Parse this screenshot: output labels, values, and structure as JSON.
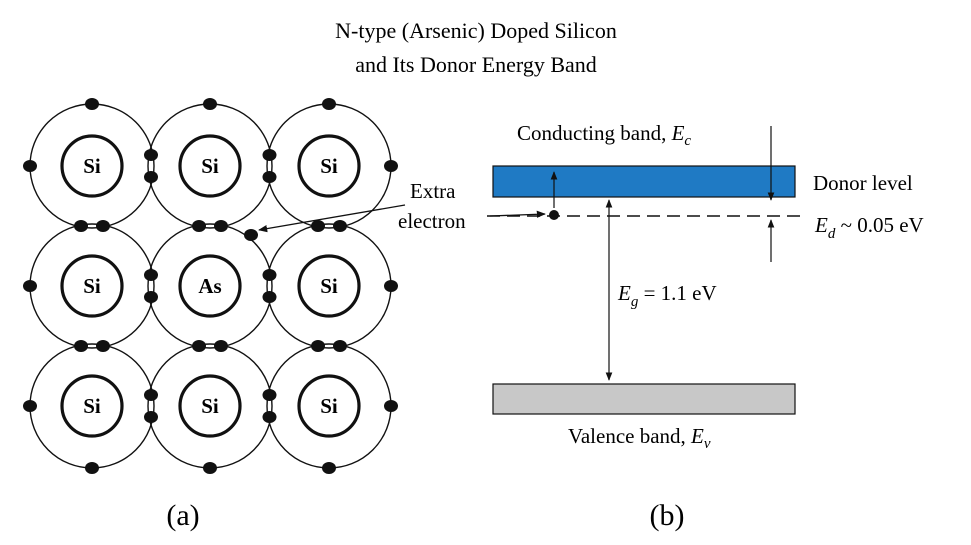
{
  "title": {
    "line1": "N-type (Arsenic) Doped Silicon",
    "line2": "and Its Donor Energy Band"
  },
  "panel_a": {
    "label": "(a)",
    "atoms": [
      "Si",
      "Si",
      "Si",
      "Si",
      "As",
      "Si",
      "Si",
      "Si",
      "Si"
    ],
    "extra_electron_label_1": "Extra",
    "extra_electron_label_2": "electron"
  },
  "panel_b": {
    "label": "(b)",
    "conduction_band": {
      "text": "Conducting band, ",
      "symbol": "E",
      "sub": "c",
      "color": "#1f7ac4"
    },
    "valence_band": {
      "text": "Valence band, ",
      "symbol": "E",
      "sub": "v",
      "color": "#c8c8c8"
    },
    "donor_level": {
      "text": "Donor level"
    },
    "donor_energy": {
      "symbol": "E",
      "sub": "d",
      "value": " ~ 0.05 eV"
    },
    "band_gap": {
      "symbol": "E",
      "sub": "g",
      "value": " = 1.1 eV"
    }
  },
  "colors": {
    "conduction_band_fill": "#1f7ac4",
    "valence_band_fill": "#c8c8c8",
    "ink": "#111111"
  }
}
